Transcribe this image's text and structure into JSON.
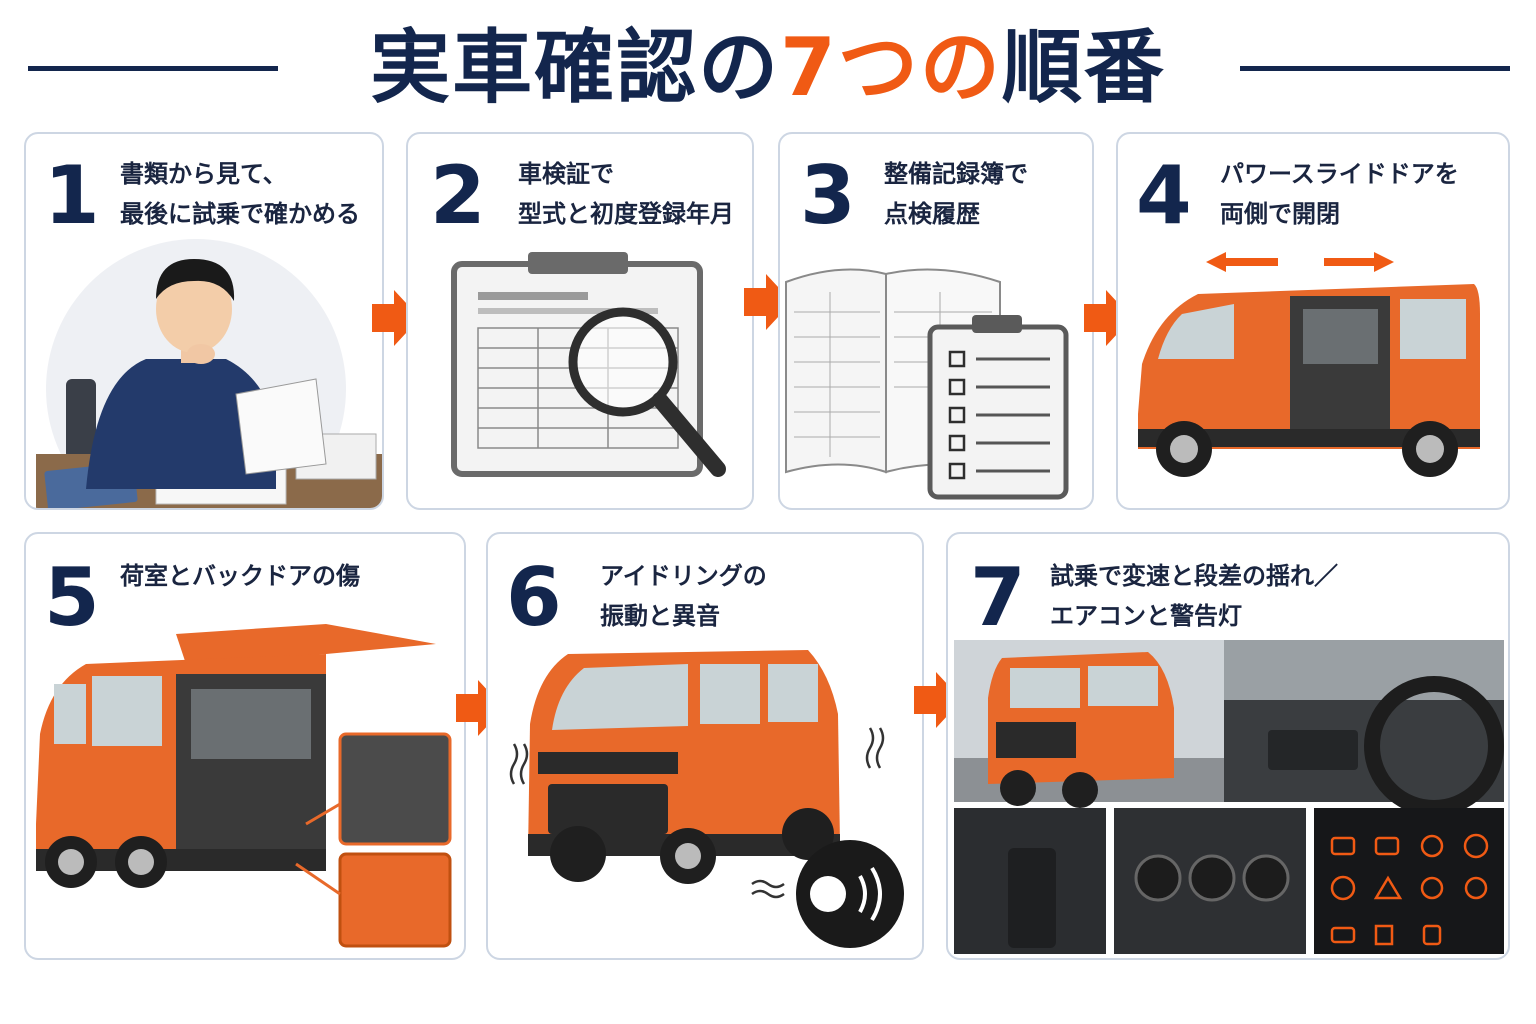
{
  "title": {
    "part1": "実車確認の",
    "highlight": "7つの",
    "part2": "順番"
  },
  "steps": [
    {
      "num": "1",
      "line1": "書類から見て、",
      "line2": "最後に試乗で確かめる"
    },
    {
      "num": "2",
      "line1": "車検証で",
      "line2": "型式と初度登録年月"
    },
    {
      "num": "3",
      "line1": "整備記録簿で",
      "line2": "点検履歴"
    },
    {
      "num": "4",
      "line1": "パワースライドドアを",
      "line2": "両側で開閉"
    },
    {
      "num": "5",
      "line1": "荷室とバックドアの傷",
      "line2": ""
    },
    {
      "num": "6",
      "line1": "アイドリングの",
      "line2": "振動と異音"
    },
    {
      "num": "7",
      "line1": "試乗で変速と段差の揺れ／",
      "line2": "エアコンと警告灯"
    }
  ],
  "colors": {
    "navy": "#13264d",
    "orange": "#f05a14",
    "van": "#e8692a",
    "border": "#cdd6e3"
  },
  "icons": [
    "person-reading-icon",
    "document-magnifier-icon",
    "logbook-checklist-icon",
    "van-sliding-door-icon",
    "van-backdoor-icon",
    "van-idling-icon",
    "test-drive-icon"
  ]
}
